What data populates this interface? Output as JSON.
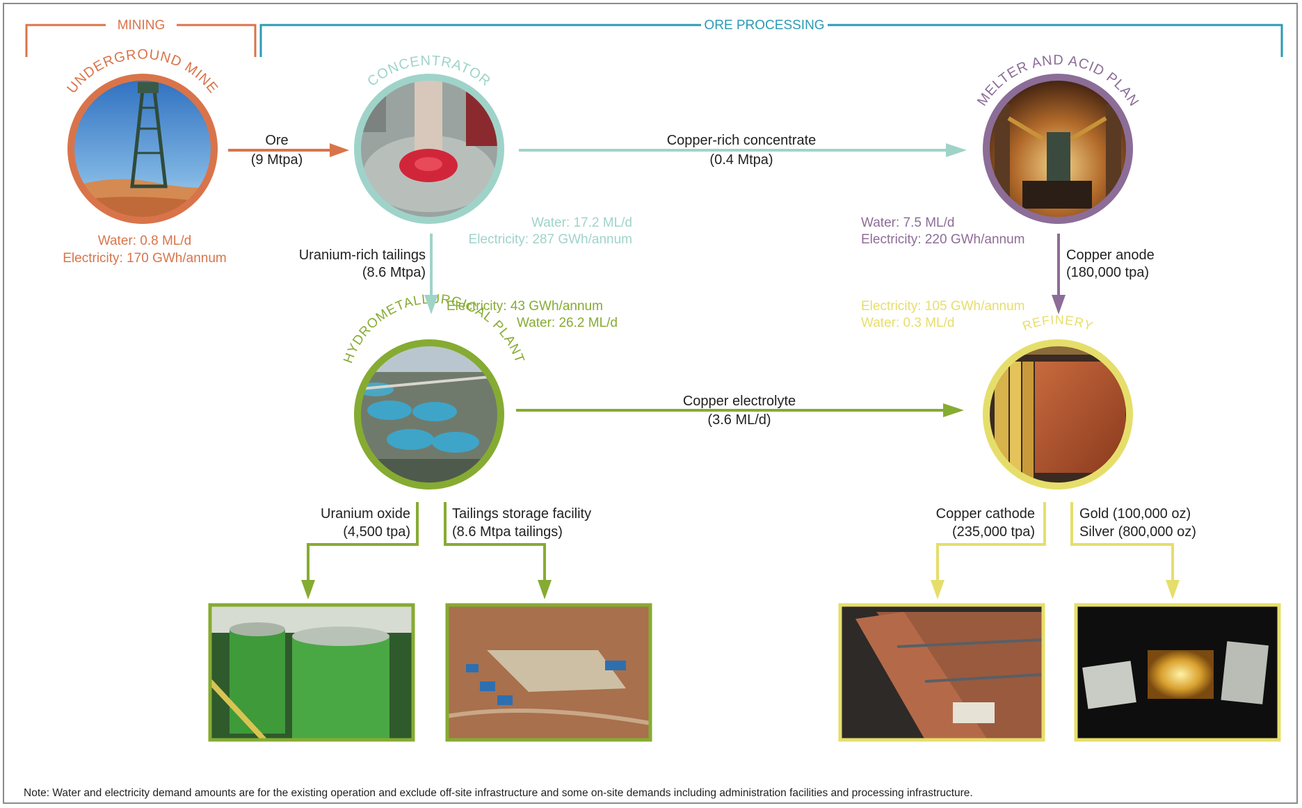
{
  "colors": {
    "mining": "#d9744a",
    "processing": "#2a9bb5",
    "concentrator": "#9fd3c9",
    "smelter": "#8c6d97",
    "hydromet": "#86ab32",
    "refinery": "#e6de6b",
    "dark_text": "#222222"
  },
  "headers": {
    "mining": "MINING",
    "processing": "ORE PROCESSING"
  },
  "nodes": {
    "mine": {
      "title": "UNDERGROUND MINE",
      "water": "Water: 0.8 ML/d",
      "electricity": "Electricity: 170 GWh/annum"
    },
    "concentrator": {
      "title": "CONCENTRATOR",
      "water": "Water: 17.2 ML/d",
      "electricity": "Electricity: 287 GWh/annum"
    },
    "smelter": {
      "title": "SMELTER AND ACID PLANT",
      "water": "Water: 7.5 ML/d",
      "electricity": "Electricity: 220 GWh/annum"
    },
    "hydromet": {
      "title": "HYDROMETALLURGICAL PLANT",
      "electricity": "Electricity: 43 GWh/annum",
      "water": "Water: 26.2 ML/d"
    },
    "refinery": {
      "title": "REFINERY",
      "electricity": "Electricity: 105 GWh/annum",
      "water": "Water: 0.3 ML/d"
    }
  },
  "flows": {
    "ore": {
      "name": "Ore",
      "amount": "(9 Mtpa)"
    },
    "concentrate": {
      "name": "Copper-rich concentrate",
      "amount": "(0.4 Mtpa)"
    },
    "tailings": {
      "name": "Uranium-rich tailings",
      "amount": "(8.6 Mtpa)"
    },
    "anode": {
      "name": "Copper anode",
      "amount": "(180,000 tpa)"
    },
    "electrolyte": {
      "name": "Copper electrolyte",
      "amount": "(3.6 ML/d)"
    }
  },
  "products": {
    "uranium": {
      "name": "Uranium oxide",
      "amount": "(4,500 tpa)"
    },
    "tsf": {
      "name": "Tailings storage facility",
      "amount": "(8.6 Mtpa tailings)"
    },
    "cathode": {
      "name": "Copper cathode",
      "amount": "(235,000 tpa)"
    },
    "gold": "Gold (100,000 oz)",
    "silver": "Silver (800,000 oz)"
  },
  "footnote": "Note: Water and electricity demand amounts are for the existing operation and exclude off-site infrastructure and some on-site demands including administration facilities and processing infrastructure."
}
